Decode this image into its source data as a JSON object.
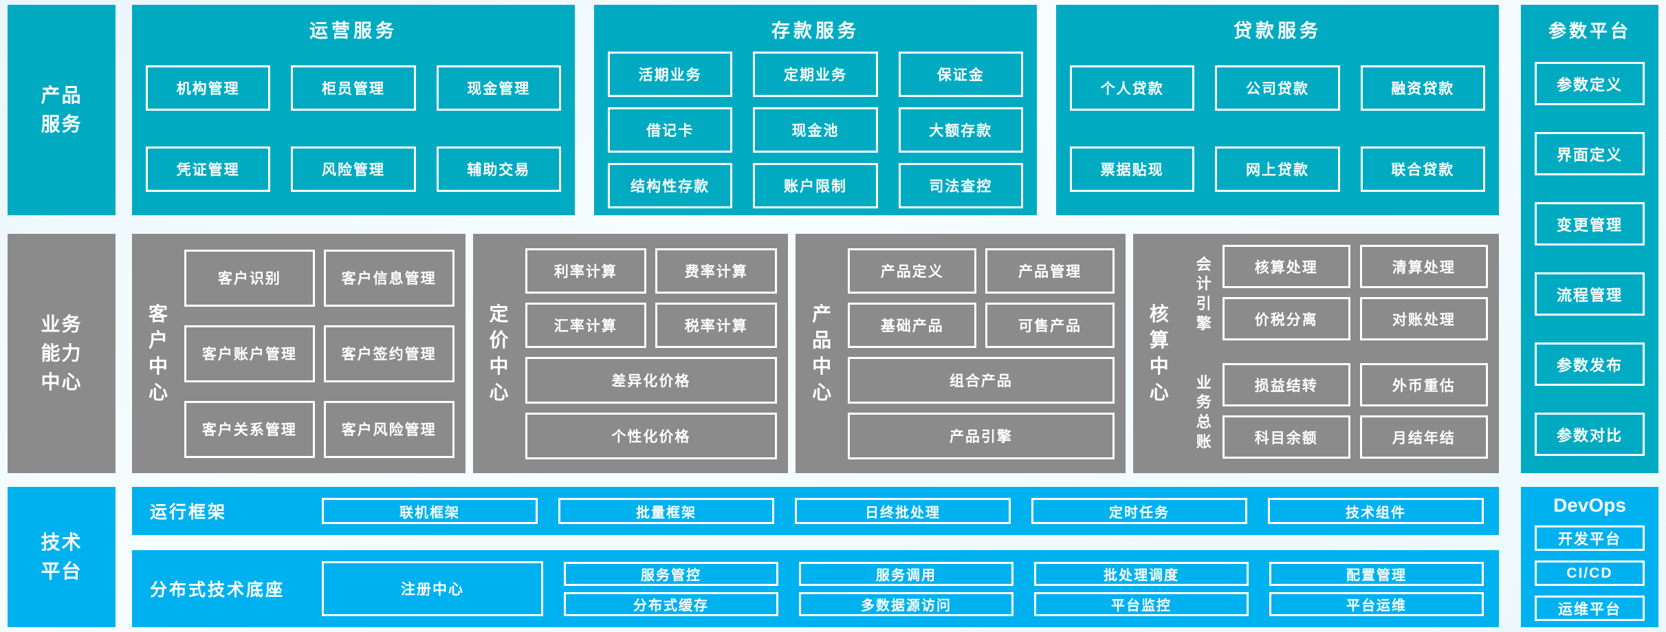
{
  "colors": {
    "teal": "#00abc2",
    "gray": "#8b8b8b",
    "blue": "#00b1f0",
    "box_border": "#ffffff",
    "text": "#ffffff",
    "background": "#edf8fc"
  },
  "sidebar": {
    "product": "产品服务",
    "capability": "业务能力中心",
    "tech": "技术平台"
  },
  "top_panels": [
    {
      "title": "运营服务",
      "boxes": [
        [
          "机构管理",
          "柜员管理",
          "现金管理"
        ],
        [
          "凭证管理",
          "风险管理",
          "辅助交易"
        ]
      ]
    },
    {
      "title": "存款服务",
      "boxes": [
        [
          "活期业务",
          "定期业务",
          "保证金"
        ],
        [
          "借记卡",
          "现金池",
          "大额存款"
        ],
        [
          "结构性存款",
          "账户限制",
          "司法查控"
        ]
      ]
    },
    {
      "title": "贷款服务",
      "boxes": [
        [
          "个人贷款",
          "公司贷款",
          "融资贷款"
        ],
        [
          "票据贴现",
          "网上贷款",
          "联合贷款"
        ]
      ]
    }
  ],
  "middle_panels": {
    "customer": {
      "label": "客户中心",
      "boxes": [
        [
          "客户识别",
          "客户信息管理"
        ],
        [
          "客户账户管理",
          "客户签约管理"
        ],
        [
          "客户关系管理",
          "客户风险管理"
        ]
      ]
    },
    "pricing": {
      "label": "定价中心",
      "boxes": [
        [
          "利率计算",
          "费率计算"
        ],
        [
          "汇率计算",
          "税率计算"
        ]
      ],
      "wide": [
        "差异化价格",
        "个性化价格"
      ]
    },
    "product": {
      "label": "产品中心",
      "boxes": [
        [
          "产品定义",
          "产品管理"
        ],
        [
          "基础产品",
          "可售产品"
        ]
      ],
      "wide": [
        "组合产品",
        "产品引擎"
      ]
    },
    "accounting": {
      "label": "核算中心",
      "groups": [
        {
          "label": "会计引擎",
          "boxes": [
            [
              "核算处理",
              "清算处理"
            ],
            [
              "价税分离",
              "对账处理"
            ]
          ]
        },
        {
          "label": "业务总账",
          "boxes": [
            [
              "损益结转",
              "外币重估"
            ],
            [
              "科目余额",
              "月结年结"
            ]
          ]
        }
      ]
    }
  },
  "bottom_panels": {
    "runtime": {
      "label": "运行框架",
      "boxes": [
        "联机框架",
        "批量框架",
        "日终批处理",
        "定时任务",
        "技术组件"
      ]
    },
    "distributed": {
      "label": "分布式技术底座",
      "registry": "注册中心",
      "grid": [
        [
          "服务管控",
          "服务调用",
          "批处理调度",
          "配置管理"
        ],
        [
          "分布式缓存",
          "多数据源访问",
          "平台监控",
          "平台运维"
        ]
      ]
    }
  },
  "right_column": {
    "param": {
      "title": "参数平台",
      "boxes": [
        "参数定义",
        "界面定义",
        "变更管理",
        "流程管理",
        "参数发布",
        "参数对比"
      ]
    },
    "devops": {
      "title": "DevOps",
      "boxes": [
        "开发平台",
        "CI/CD",
        "运维平台"
      ]
    }
  }
}
